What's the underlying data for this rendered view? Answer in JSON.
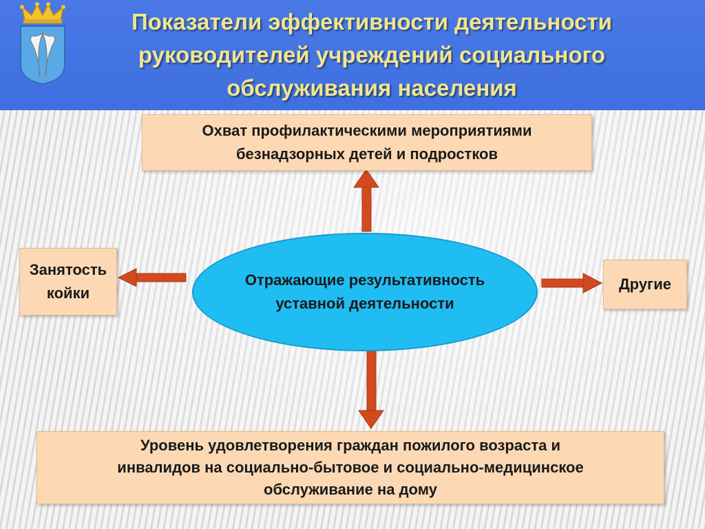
{
  "header": {
    "title": "Показатели эффективности деятельности\nруководителей учреждений социального\nобслуживания населения"
  },
  "center": {
    "text": "Отражающие результативность\nуставной деятельности"
  },
  "boxes": {
    "top": "Охват профилактическими мероприятиями\nбезнадзорных детей и подростков",
    "left": "Занятость\nкойки",
    "right": "Другие",
    "bottom": "Уровень удовлетворения граждан пожилого возраста и\nинвалидов на социально-бытовое и социально-медицинское\nобслуживание на дому"
  },
  "colors": {
    "header_bg": "#4a79e6",
    "title_text": "#f0e68c",
    "box_fill": "#fcd9b4",
    "ellipse_fill": "#1fbdf2",
    "arrow": "#d24a1e"
  },
  "icons": {
    "emblem": "coat-of-arms-icon"
  }
}
